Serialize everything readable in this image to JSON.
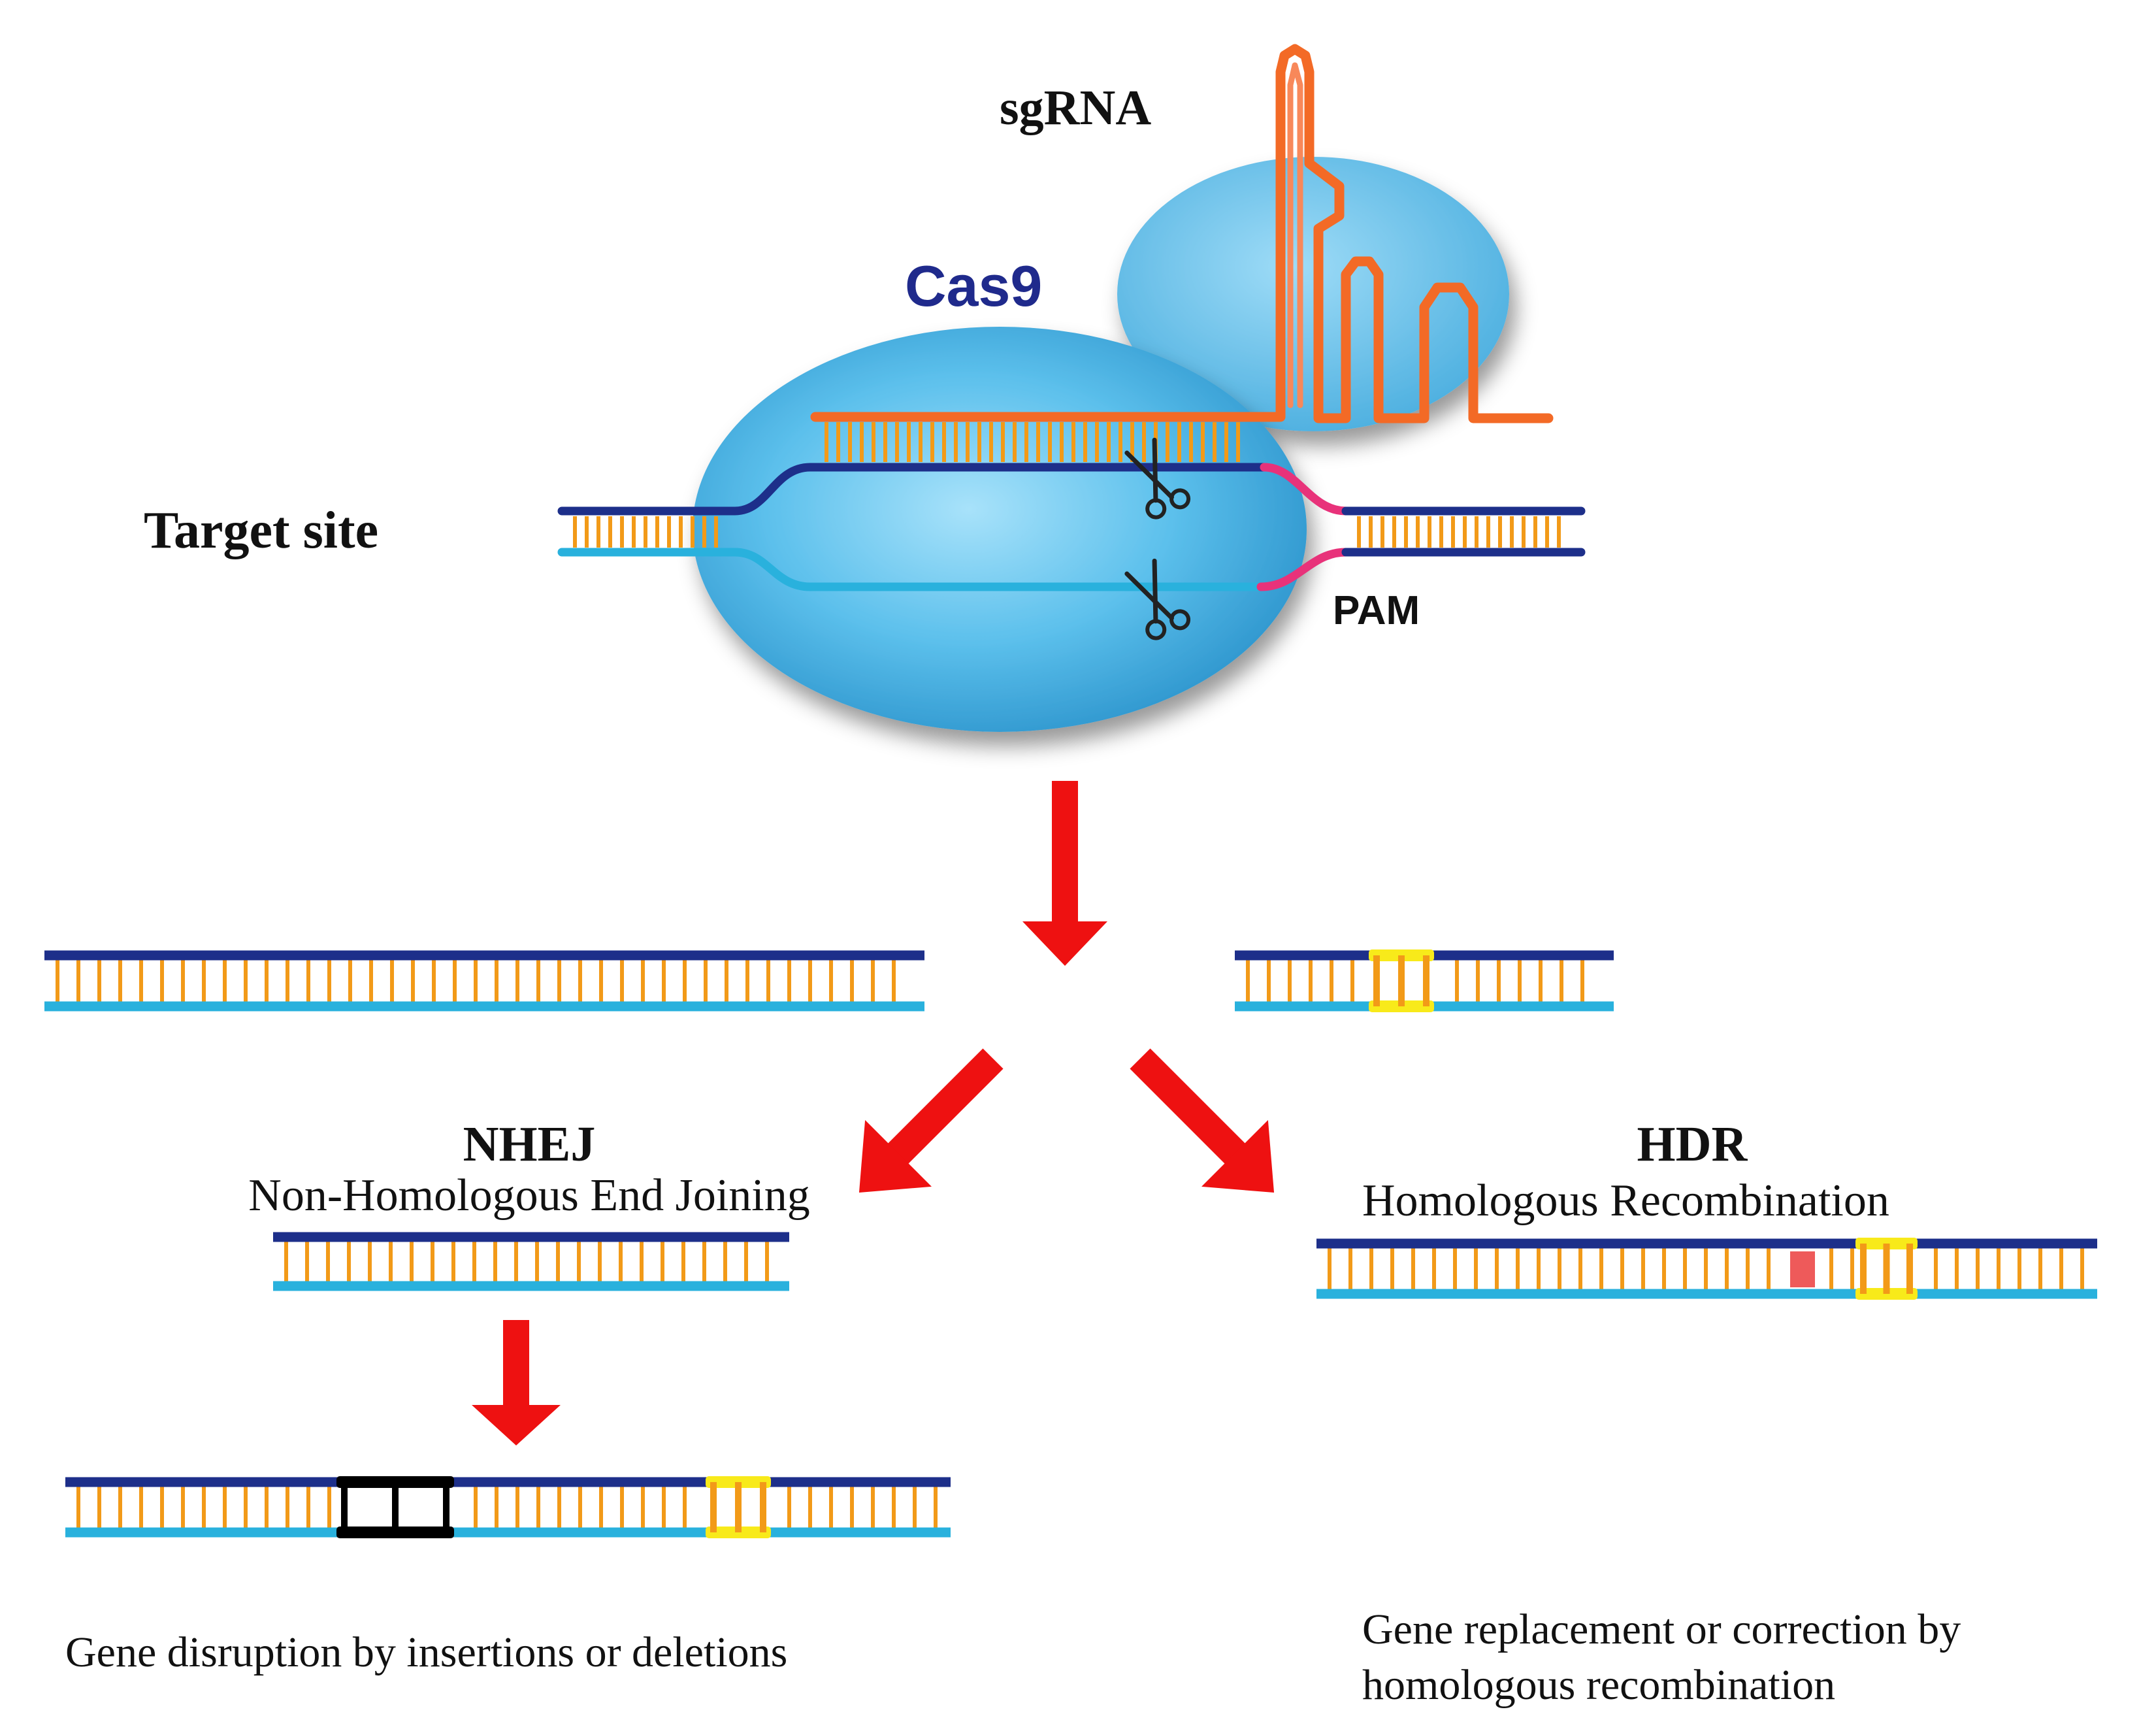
{
  "labels": {
    "sgrna": "sgRNA",
    "cas9": "Cas9",
    "target_site": "Target site",
    "pam": "PAM",
    "nhej_title": "NHEJ",
    "nhej_subtitle": "Non-Homologous End Joining",
    "hdr_title": "HDR",
    "hdr_subtitle": "Homologous Recombination",
    "nhej_outcome": "Gene disruption by insertions or deletions",
    "hdr_outcome_line1": "Gene replacement or correction by",
    "hdr_outcome_line2": "homologous recombination"
  },
  "colors": {
    "cas9_blue": "#5cc0ec",
    "strand_dark": "#1d2f8a",
    "strand_light": "#29b1dd",
    "base_pair": "#f29a18",
    "sgrna_orange": "#f36a26",
    "pam_pink": "#e8327a",
    "arrow_red": "#ee1111",
    "insert_yellow": "#f8ea1a",
    "indel_black": "#000000",
    "mutation_red": "#ee5a5a",
    "cas9_label": "#1f2a8c"
  },
  "icons": [
    "scissors-icon",
    "arrow-down-icon",
    "arrow-down-left-icon",
    "arrow-down-right-icon"
  ]
}
